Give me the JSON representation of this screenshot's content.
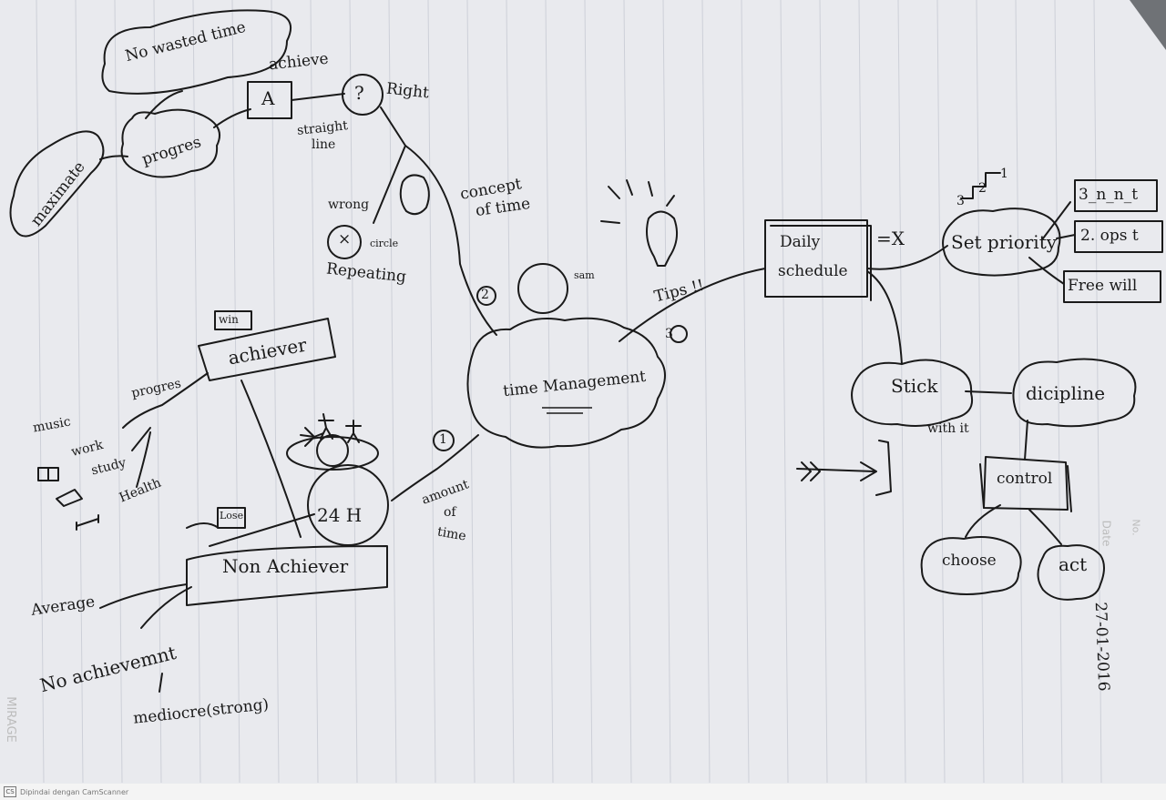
{
  "nodes": {
    "no_wasted_time": "No wasted time",
    "achieve": "achieve",
    "a_box": "A",
    "right": "Right",
    "question_mark": "?",
    "maximate": "maximate",
    "progres_top": "progres",
    "straight": "straight",
    "line": "line",
    "wrong": "wrong",
    "x_mark": "×",
    "circle": "circle",
    "repeating": "Repeating",
    "concept": "concept",
    "of_time": "of time",
    "sam": "sam",
    "tips": "Tips !!",
    "daily": "Daily",
    "schedule": "schedule",
    "equals_x": "=X",
    "set_priority": "Set priority",
    "three_n_n_t": "3_n_n_t",
    "two_ops_t": "2. ops t",
    "free_will": "Free will",
    "win": "win",
    "achiever": "achiever",
    "progres_left": "progres",
    "music": "music",
    "work": "work",
    "study": "study",
    "health": "Health",
    "time_management": "time Management",
    "stick": "Stick",
    "with_it": "with it",
    "discipline": "dicipline",
    "control": "control",
    "choose": "choose",
    "act": "act",
    "lose": "Lose",
    "twenty_four_h": "24 H",
    "amount": "amount",
    "of": "of",
    "time": "time",
    "non_achiever": "Non Achiever",
    "average": "Average",
    "no_achievement": "No achievemnt",
    "mediocre": "mediocre(strong)",
    "date": "27-01-2016",
    "num_1": "1",
    "num_2": "2",
    "num_3": "3",
    "num_1b": "1",
    "num_2b": "2",
    "num_3b": "3"
  },
  "paper_marks": {
    "date_label": "Date",
    "no_label": "No.",
    "brand": "MIRAGE"
  },
  "footer": {
    "logo": "CS",
    "text": "Dipindai dengan CamScanner"
  }
}
